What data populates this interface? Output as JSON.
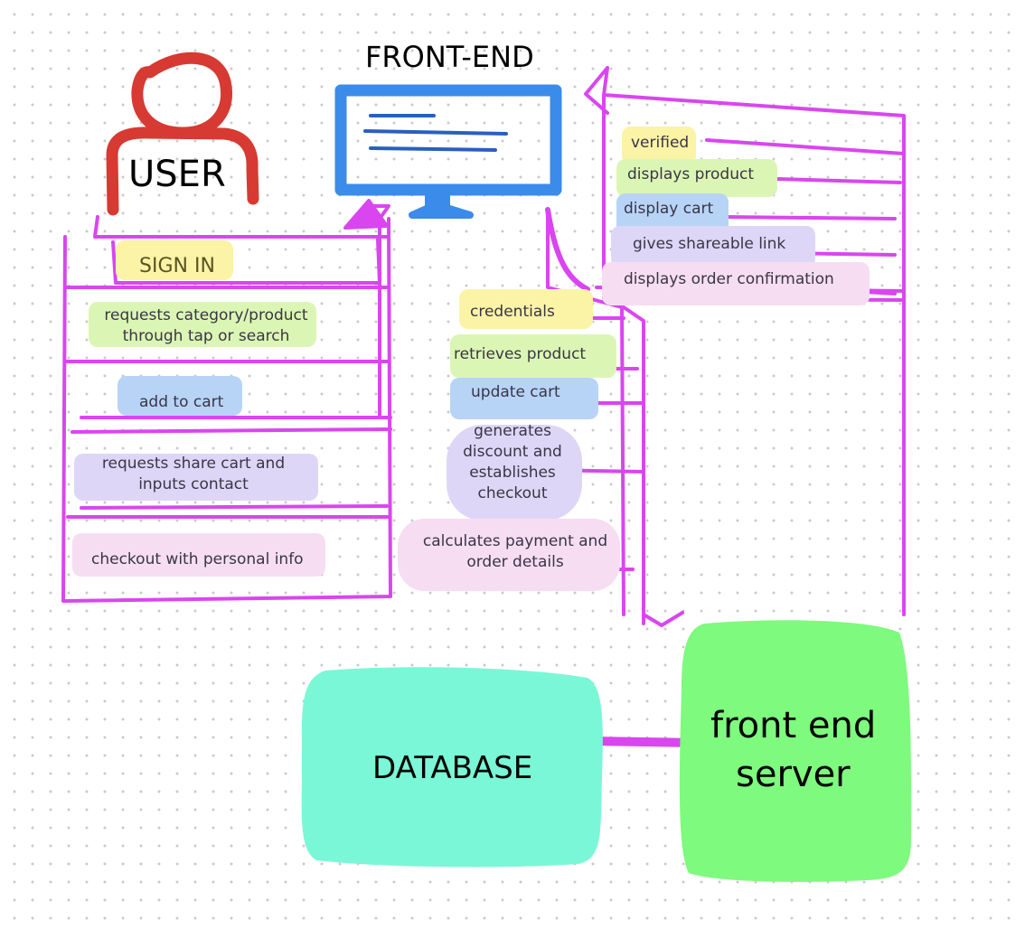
{
  "labels": {
    "user": "USER",
    "front_end": "FRONT-END",
    "database": "DATABASE",
    "front_end_server_line1": "front end",
    "front_end_server_line2": "server"
  },
  "user_actions": [
    "SIGN IN",
    "requests category/product through tap or search",
    "add to cart",
    "requests share cart and inputs contact",
    "checkout with personal info"
  ],
  "requests_to_server": [
    "credentials",
    "retrieves product",
    "update cart",
    "generates discount and establishes checkout",
    "calculates payment and order details"
  ],
  "responses_to_frontend": [
    "verified",
    "displays product",
    "display cart",
    "gives shareable link",
    "displays order confirmation"
  ],
  "colors": {
    "arrows": "#d946ef",
    "user_icon": "#d63a32",
    "monitor": "#3b8beb",
    "database_box": "#7af7d6",
    "server_box": "#7efa7e"
  }
}
